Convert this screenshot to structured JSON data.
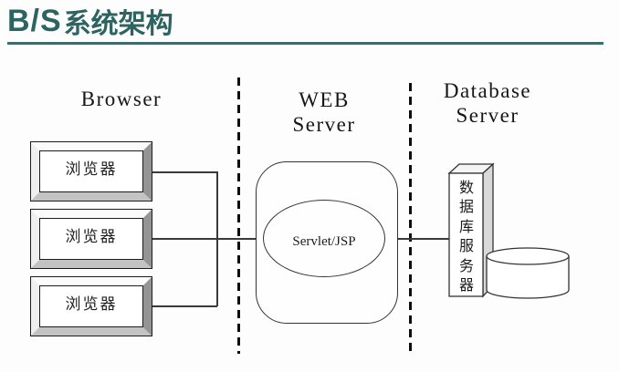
{
  "page": {
    "title": {
      "latin": "B/S",
      "cjk": "系统架构"
    },
    "accent_color": "#3f6b6b"
  },
  "diagram": {
    "columns": [
      {
        "id": "browser",
        "header_lines": [
          "Browser"
        ]
      },
      {
        "id": "web-server",
        "header_lines": [
          "WEB",
          "Server"
        ]
      },
      {
        "id": "database-server",
        "header_lines": [
          "Database",
          "Server"
        ]
      }
    ],
    "browser_boxes": [
      "浏览器",
      "浏览器",
      "浏览器"
    ],
    "web_server": {
      "ellipse_label": "Servlet/JSP"
    },
    "database_server": {
      "tower_label": "数据库服务器"
    },
    "colors": {
      "divider": "#0d0d0d",
      "connector_line": "#3a3a3a",
      "bevel_dark": "#949494",
      "bevel_mid": "#c3c3c3",
      "tower_side": "#d9d9d9"
    }
  }
}
